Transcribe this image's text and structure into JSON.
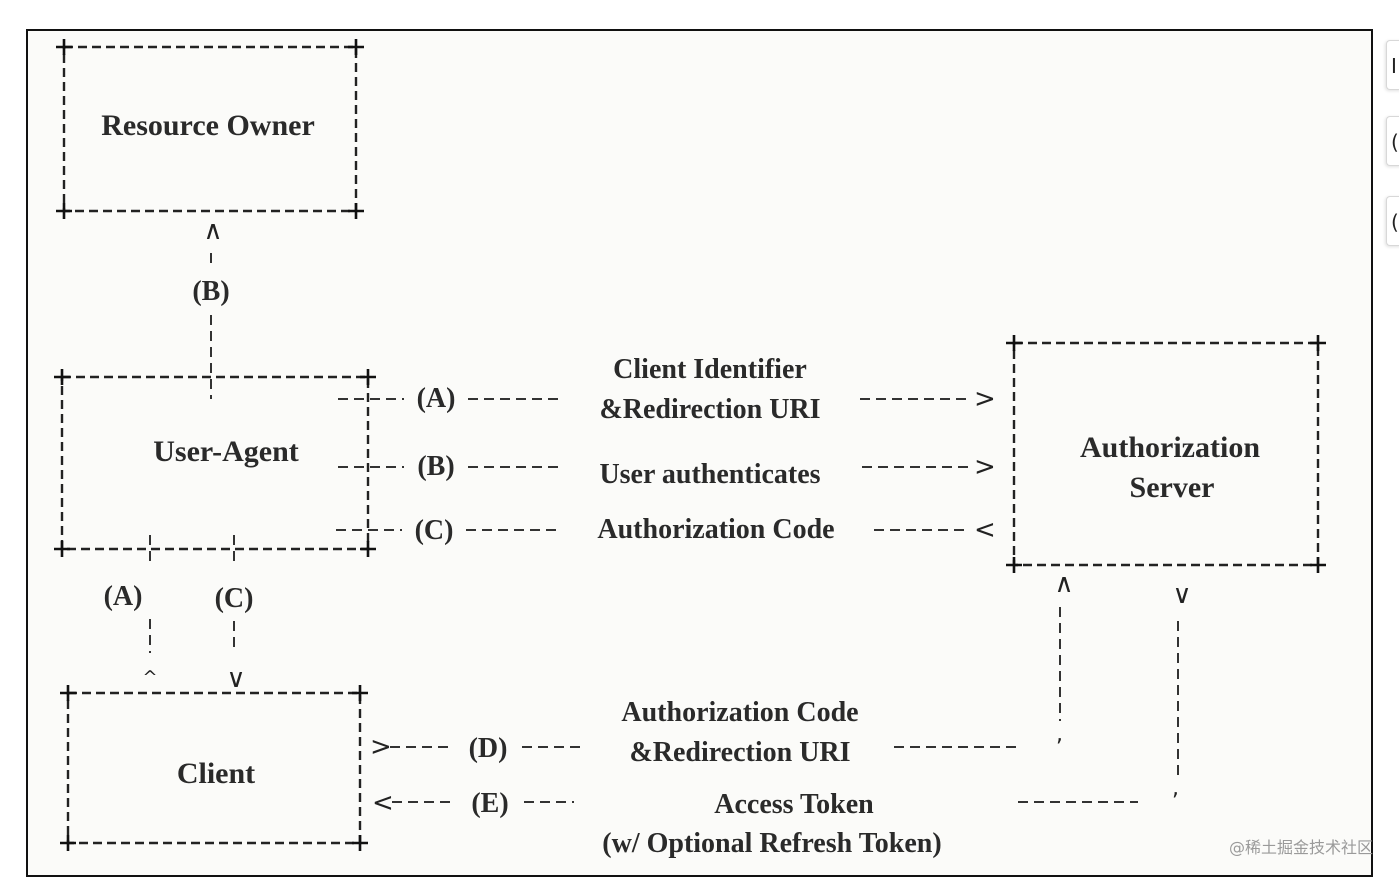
{
  "boxes": {
    "resource_owner": "Resource Owner",
    "user_agent": "User-Agent",
    "client": "Client",
    "authorization_server_line1": "Authorization",
    "authorization_server_line2": "Server"
  },
  "flows": {
    "a_label_line1": "Client Identifier",
    "a_label_line2": "&Redirection URI",
    "b_label": "User authenticates",
    "c_label": "Authorization Code",
    "d_label_line1": "Authorization Code",
    "d_label_line2": "&Redirection URI",
    "e_label_line1": "Access Token",
    "e_label_line2": "(w/ Optional Refresh Token)"
  },
  "steps": {
    "a": "(A)",
    "b": "(B)",
    "c": "(C)",
    "d": "(D)",
    "e": "(E)"
  },
  "watermark": "@稀土掘金技术社区",
  "side_tabs": [
    "I",
    "(",
    "("
  ]
}
